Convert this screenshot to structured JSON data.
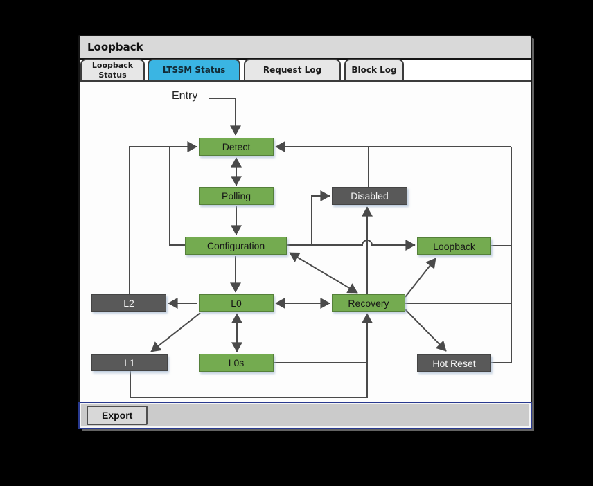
{
  "window": {
    "title": "Loopback"
  },
  "tabs": [
    {
      "label": "Loopback Status",
      "active": false
    },
    {
      "label": "LTSSM Status",
      "active": true
    },
    {
      "label": "Request Log",
      "active": false
    },
    {
      "label": "Block Log",
      "active": false
    }
  ],
  "diagram": {
    "entry_label": "Entry",
    "nodes": [
      {
        "id": "detect",
        "label": "Detect",
        "type": "green"
      },
      {
        "id": "polling",
        "label": "Polling",
        "type": "green"
      },
      {
        "id": "configuration",
        "label": "Configuration",
        "type": "green"
      },
      {
        "id": "l0",
        "label": "L0",
        "type": "green"
      },
      {
        "id": "l0s",
        "label": "L0s",
        "type": "green"
      },
      {
        "id": "l2",
        "label": "L2",
        "type": "dark"
      },
      {
        "id": "l1",
        "label": "L1",
        "type": "dark"
      },
      {
        "id": "recovery",
        "label": "Recovery",
        "type": "green"
      },
      {
        "id": "disabled",
        "label": "Disabled",
        "type": "dark"
      },
      {
        "id": "loopback",
        "label": "Loopback",
        "type": "green"
      },
      {
        "id": "hot-reset",
        "label": "Hot Reset",
        "type": "dark"
      }
    ],
    "transitions": [
      {
        "from": "Entry",
        "to": "Detect",
        "bidirectional": false
      },
      {
        "from": "Detect",
        "to": "Polling",
        "bidirectional": true
      },
      {
        "from": "Polling",
        "to": "Configuration",
        "bidirectional": false
      },
      {
        "from": "Configuration",
        "to": "Detect",
        "bidirectional": false
      },
      {
        "from": "Configuration",
        "to": "L0",
        "bidirectional": false
      },
      {
        "from": "Configuration",
        "to": "Recovery",
        "bidirectional": true
      },
      {
        "from": "Configuration",
        "to": "Loopback",
        "bidirectional": false
      },
      {
        "from": "Configuration",
        "to": "Disabled",
        "bidirectional": false
      },
      {
        "from": "L0",
        "to": "L0s",
        "bidirectional": true
      },
      {
        "from": "L0",
        "to": "Recovery",
        "bidirectional": true
      },
      {
        "from": "L0",
        "to": "L2",
        "bidirectional": false
      },
      {
        "from": "L0",
        "to": "L1",
        "bidirectional": false
      },
      {
        "from": "L0s",
        "to": "Recovery",
        "bidirectional": false
      },
      {
        "from": "L1",
        "to": "Recovery",
        "bidirectional": false
      },
      {
        "from": "L2",
        "to": "Detect",
        "bidirectional": false
      },
      {
        "from": "Recovery",
        "to": "Disabled",
        "bidirectional": false
      },
      {
        "from": "Recovery",
        "to": "Loopback",
        "bidirectional": false
      },
      {
        "from": "Recovery",
        "to": "Hot Reset",
        "bidirectional": false
      },
      {
        "from": "Recovery",
        "to": "Detect",
        "bidirectional": false
      },
      {
        "from": "Disabled",
        "to": "Detect",
        "bidirectional": false
      },
      {
        "from": "Loopback",
        "to": "Detect",
        "bidirectional": false
      },
      {
        "from": "Hot Reset",
        "to": "Detect",
        "bidirectional": false
      }
    ]
  },
  "footer": {
    "export_label": "Export"
  },
  "colors": {
    "active_tab_fill": "#3ab5e3",
    "state_green": "#74ab50",
    "state_green_border": "#55803a",
    "state_dark": "#595959",
    "state_dark_border": "#454545",
    "line_color": "#4a4a4a",
    "footer_border": "#28398f"
  }
}
